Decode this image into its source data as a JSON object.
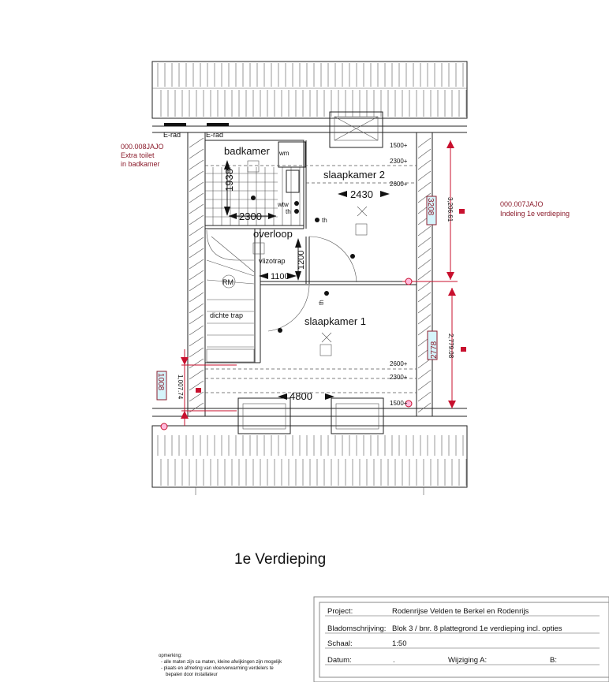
{
  "drawing": {
    "title": "1e Verdieping",
    "rooms": {
      "badkamer": "badkamer",
      "slaapkamer2": "slaapkamer 2",
      "overloop": "overloop",
      "slaapkamer1": "slaapkamer 1",
      "vlizotrap": "vlizotrap",
      "dichte_trap": "dichte trap",
      "rm": "RM",
      "wm": "wm",
      "wtw": "wtw",
      "th1": "th",
      "th2": "th",
      "th3": "th"
    },
    "radiators": [
      "E-rad",
      "E-rad"
    ],
    "dimensions": {
      "bad_height": "1938",
      "bad_width": "2300",
      "sk2_width": "2430",
      "overloop_height": "1200",
      "overloop_width": "1100",
      "sk1_width": "4800"
    },
    "heights_top": [
      "1500+",
      "2300+",
      "2600+"
    ],
    "heights_bottom": [
      "2600+",
      "2300+",
      "1500+"
    ],
    "red_dims": {
      "top_box": "3208",
      "top_measure": "3,206.61",
      "bottom_box": "2778",
      "bottom_measure": "2,779.08",
      "left_box": "1008",
      "left_measure": "1,007.74"
    },
    "annotations": [
      {
        "code": "000.008JAJO",
        "lines": [
          "Extra toilet",
          "in badkamer"
        ]
      },
      {
        "code": "000.007JAJO",
        "lines": [
          "Indeling 1e verdieping"
        ]
      }
    ]
  },
  "remarks": {
    "heading": "opmerking:",
    "lines": [
      "- alle maten zijn ca maten, kleine afwijkingen zijn mogelijk",
      "- plaats en afmeting van vloerverwarming verdelers te",
      "  bepalen door installateur"
    ]
  },
  "title_block": {
    "project_label": "Project:",
    "project_value": "Rodenrijse Velden te Berkel en Rodenrijs",
    "desc_label": "Bladomschrijving:",
    "desc_value": "Blok 3 / bnr. 8 plattegrond 1e verdieping incl. opties",
    "scale_label": "Schaal:",
    "scale_value": "1:50",
    "date_label": "Datum:",
    "date_value": ".",
    "rev_a_label": "Wijziging A:",
    "rev_b_label": "B:"
  }
}
